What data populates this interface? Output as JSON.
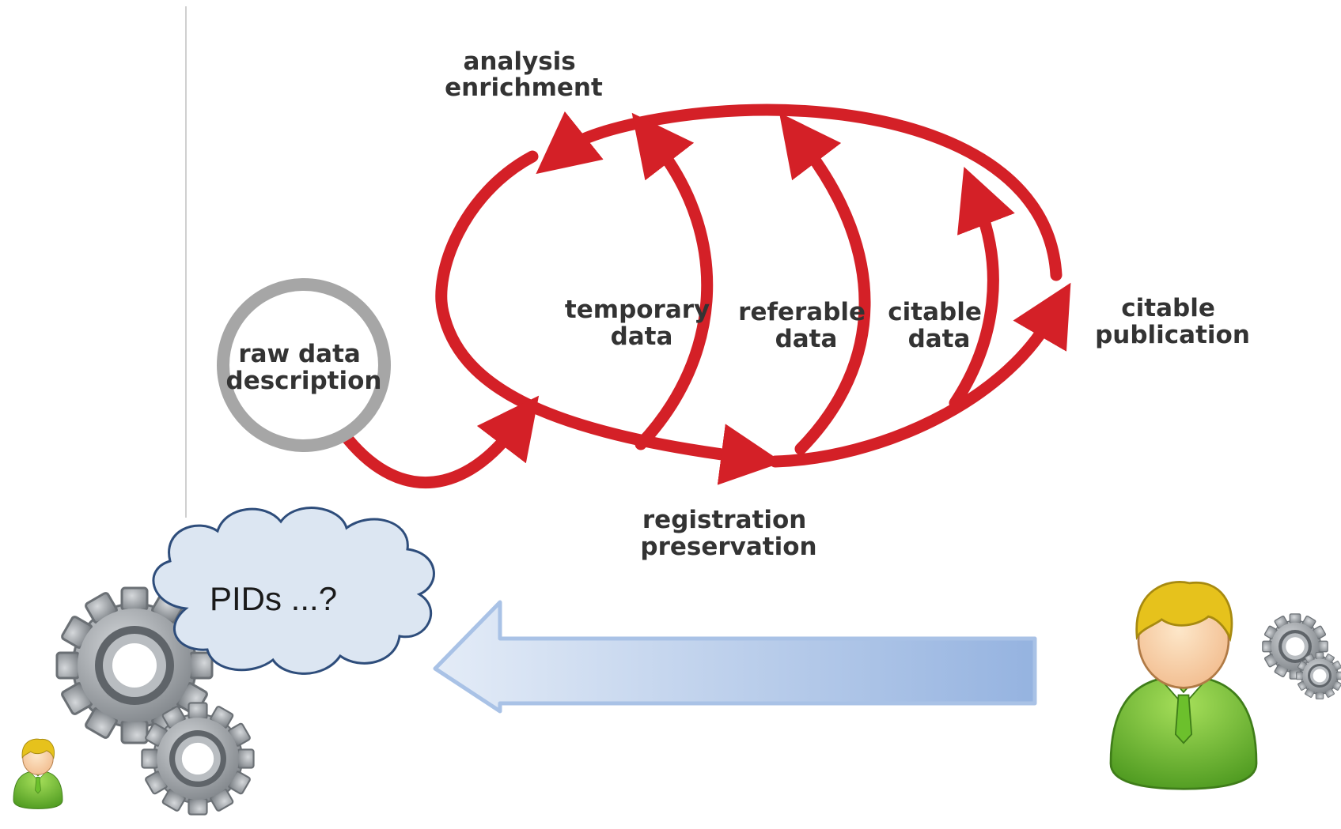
{
  "diagram": {
    "nodes": {
      "raw": {
        "line1": "raw data",
        "line2": "description"
      },
      "analysis": {
        "line1": "analysis",
        "line2": "enrichment"
      },
      "temporary": {
        "line1": "temporary",
        "line2": "data"
      },
      "referable": {
        "line1": "referable",
        "line2": "data"
      },
      "citable_data": {
        "line1": "citable",
        "line2": "data"
      },
      "citable_pub": {
        "line1": "citable",
        "line2": "publication"
      },
      "registration": {
        "line1": "registration",
        "line2": "preservation"
      }
    },
    "cloud": {
      "text": "PIDs ...?"
    }
  },
  "colors": {
    "cycle_red": "#d42027",
    "ring_grey": "#a6a6a6",
    "label_text": "#333333",
    "cloud_fill": "#dce6f2",
    "cloud_stroke": "#2e4d7b",
    "arrow_dark": "#95b3e0",
    "arrow_light": "#e4ecf7",
    "person_green": "#5ea828",
    "person_hair": "#e6c21c",
    "gear_grey": "#8c9196"
  },
  "icons": [
    "user-icon",
    "gears-icon",
    "cloud-thought-icon"
  ]
}
